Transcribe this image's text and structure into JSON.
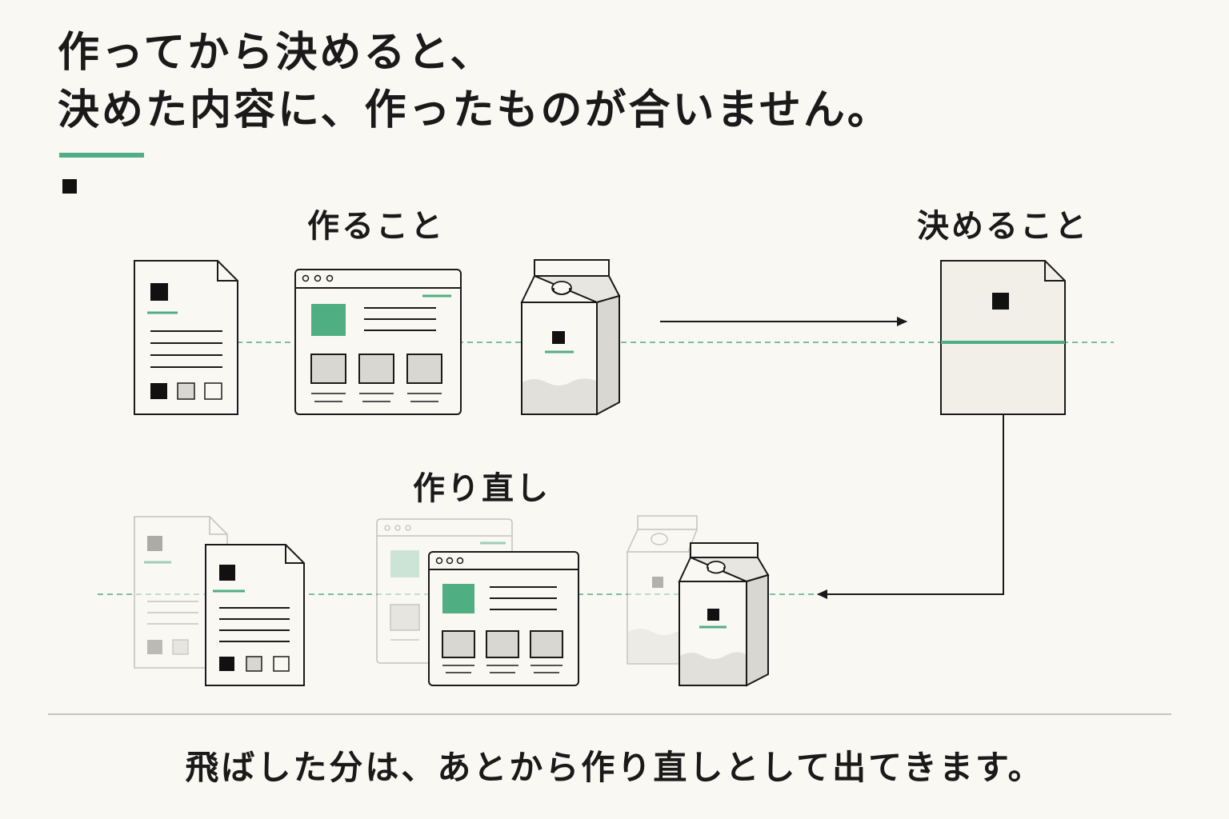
{
  "title": {
    "line1": "作ってから決めると、",
    "line2": "決めた内容に、作ったものが合いません。"
  },
  "labels": {
    "make": "作ること",
    "decide": "決めること",
    "remake": "作り直し"
  },
  "caption": "飛ばした分は、あとから作り直しとして出てきます。",
  "colors": {
    "accent": "#4fae82",
    "ink": "#1a1a1a",
    "paper": "#faf8f3",
    "gray": "#d9d7d2",
    "faded": "#c9c7c2"
  }
}
